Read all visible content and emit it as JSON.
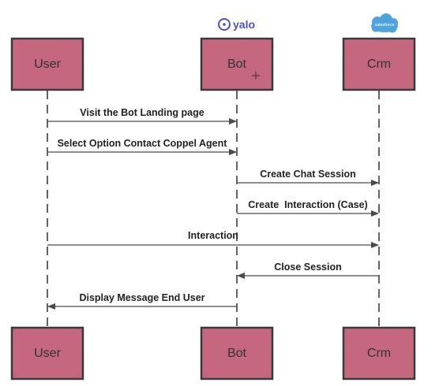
{
  "participants": [
    {
      "id": "user",
      "label": "User"
    },
    {
      "id": "bot",
      "label": "Bot"
    },
    {
      "id": "crm",
      "label": "Crm"
    }
  ],
  "logos": {
    "yalo": {
      "text": "yalo",
      "color": "#4b4fd0"
    },
    "salesforce": {
      "text": "salesforce",
      "color": "#4fa3dc"
    }
  },
  "messages": [
    {
      "label": "Visit the Bot Landing page",
      "from": "user",
      "to": "bot"
    },
    {
      "label": "Select Option Contact Coppel Agent",
      "from": "user",
      "to": "bot"
    },
    {
      "label": "Create Chat Session",
      "from": "bot",
      "to": "crm"
    },
    {
      "label": "Create  Interaction (Case)",
      "from": "bot",
      "to": "crm"
    },
    {
      "label": "Interaction",
      "from": "user",
      "to": "crm"
    },
    {
      "label": "Close Session",
      "from": "crm",
      "to": "bot"
    },
    {
      "label": "Display Message End User",
      "from": "bot",
      "to": "user"
    }
  ],
  "colors": {
    "box_fill": "#c4677f",
    "box_stroke": "#3a3a3a",
    "line": "#4a4a4a"
  }
}
